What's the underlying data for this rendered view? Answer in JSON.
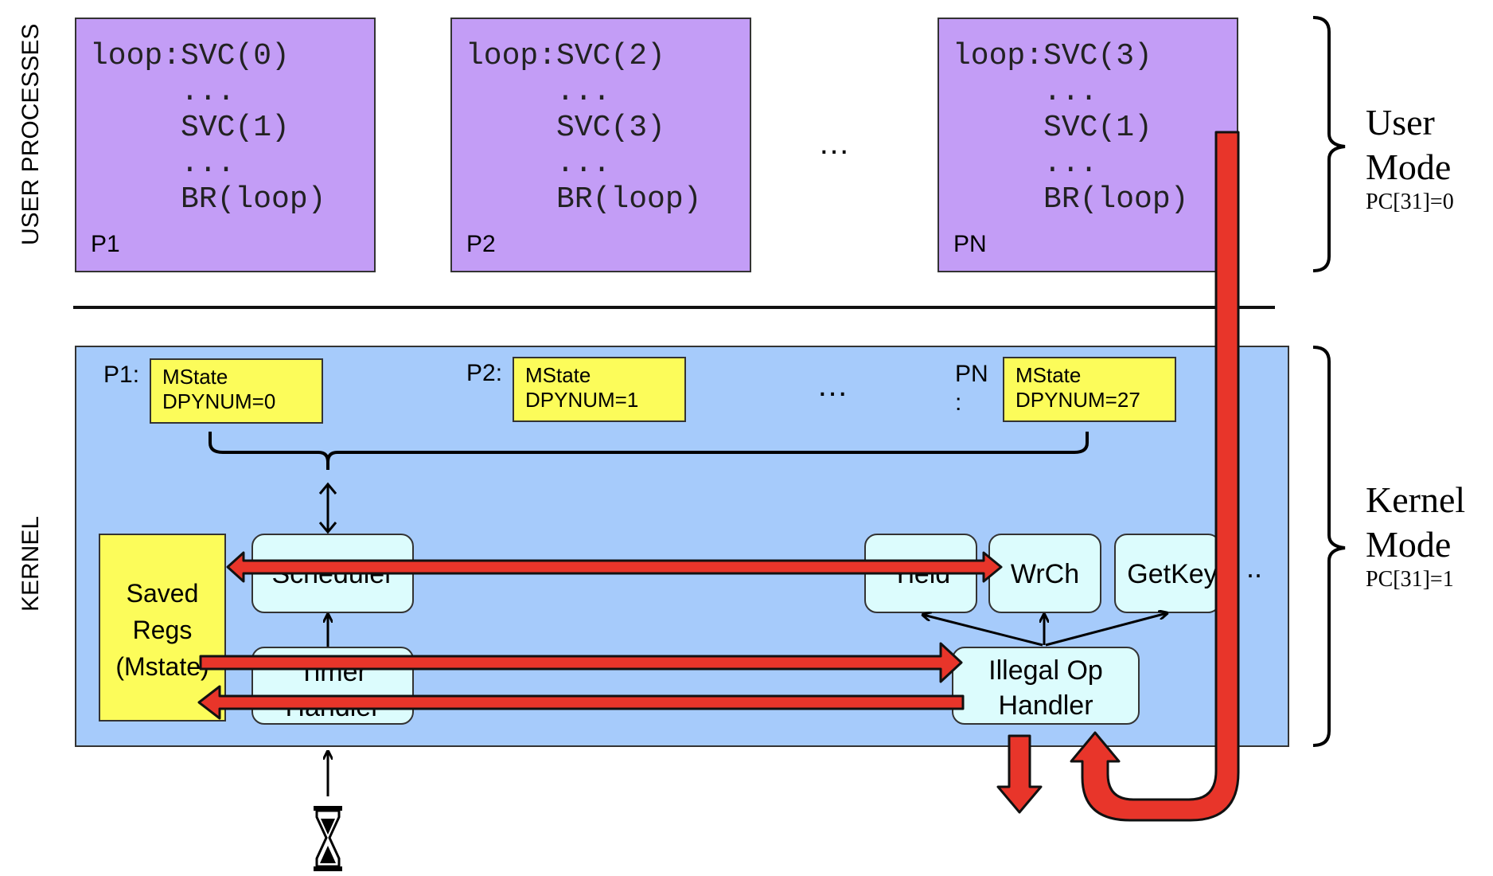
{
  "user_section": {
    "label": "USER PROCESSES",
    "processes": [
      {
        "name": "P1",
        "lines": [
          "loop:SVC(0)",
          "     ...",
          "     SVC(1)",
          "     ...",
          "     BR(loop)"
        ]
      },
      {
        "name": "P2",
        "lines": [
          "loop:SVC(2)",
          "     ...",
          "     SVC(3)",
          "     ...",
          "     BR(loop)"
        ]
      },
      {
        "name": "PN",
        "lines": [
          "loop:SVC(3)",
          "     ...",
          "     SVC(1)",
          "     ...",
          "     BR(loop)"
        ]
      }
    ],
    "ellipsis": "…"
  },
  "kernel_section": {
    "label": "KERNEL",
    "mstates": [
      {
        "label": "P1:",
        "line1": "MState",
        "line2": "DPYNUM=0"
      },
      {
        "label": "P2:",
        "line1": "MState",
        "line2": "DPYNUM=1"
      },
      {
        "label": "PN\n:",
        "line1": "MState",
        "line2": "DPYNUM=27"
      }
    ],
    "mstate_ellipsis": "…",
    "saved_regs": "Saved\nRegs\n(Mstate)",
    "handlers": {
      "scheduler": "Scheduler",
      "timer": "Timer\nHandler",
      "yield": "Yield",
      "wrch": "WrCh",
      "getkey": "GetKey",
      "more": "..",
      "illegal_op": "Illegal Op\nHandler"
    }
  },
  "modes": {
    "user": {
      "title": "User\nMode",
      "pc": "PC[31]=0"
    },
    "kernel": {
      "title": "Kernel\nMode",
      "pc": "PC[31]=1"
    }
  },
  "icons": [
    "hourglass-icon"
  ],
  "colors": {
    "process_fill": "#c39df6",
    "kernel_fill": "#a6cbfb",
    "mstate_fill": "#fcfc5a",
    "handler_fill": "#dcfcfd",
    "flow_arrow": "#e8352a"
  }
}
